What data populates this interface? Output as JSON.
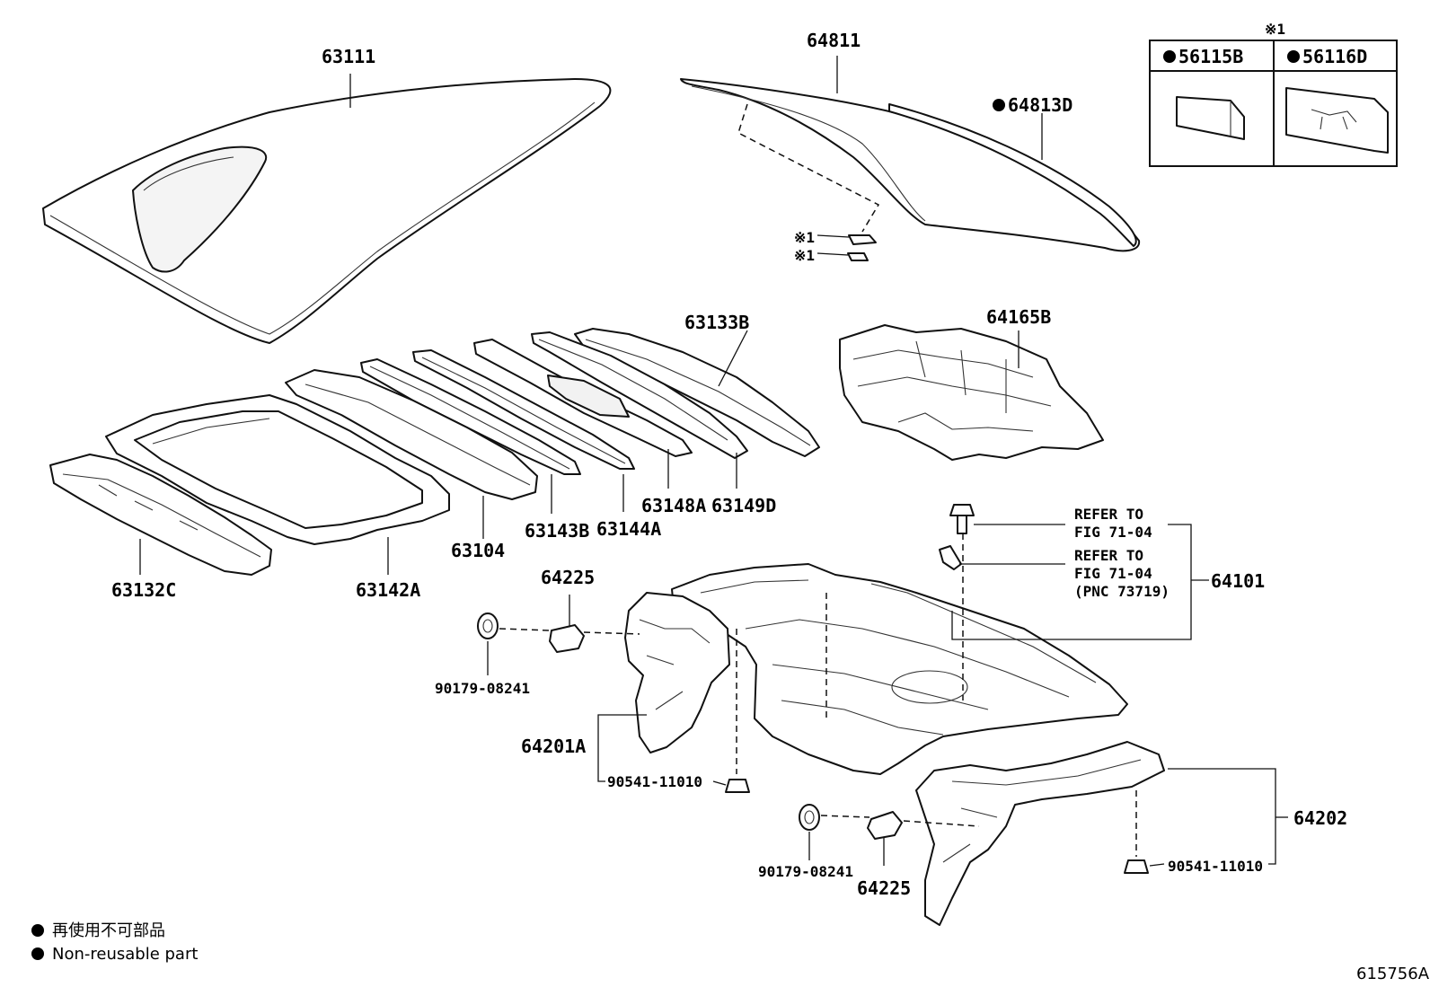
{
  "parts": {
    "p63111": "63111",
    "p64811": "64811",
    "p64813D": "64813D",
    "p63133B": "63133B",
    "p64165B": "64165B",
    "p63148A": "63148A",
    "p63149D": "63149D",
    "p63143B": "63143B",
    "p63144A": "63144A",
    "p63104": "63104",
    "p63132C": "63132C",
    "p63142A": "63142A",
    "p64225_a": "64225",
    "p64225_b": "64225",
    "p90179_a": "90179-08241",
    "p90179_b": "90179-08241",
    "p64201A": "64201A",
    "p90541_a": "90541-11010",
    "p90541_b": "90541-11010",
    "p64101": "64101",
    "p64202": "64202"
  },
  "refs": {
    "ref1_l1": "REFER TO",
    "ref1_l2": "FIG 71-04",
    "ref2_l1": "REFER TO",
    "ref2_l2": "FIG 71-04",
    "ref2_l3": "(PNC 73719)"
  },
  "inset": {
    "mark": "※1",
    "left": "56115B",
    "right": "56116D"
  },
  "callouts": {
    "c1": "※1",
    "c2": "※1"
  },
  "legend": {
    "line1": "再使用不可部品",
    "line2": "Non-reusable part"
  },
  "diagram_id": "615756A"
}
